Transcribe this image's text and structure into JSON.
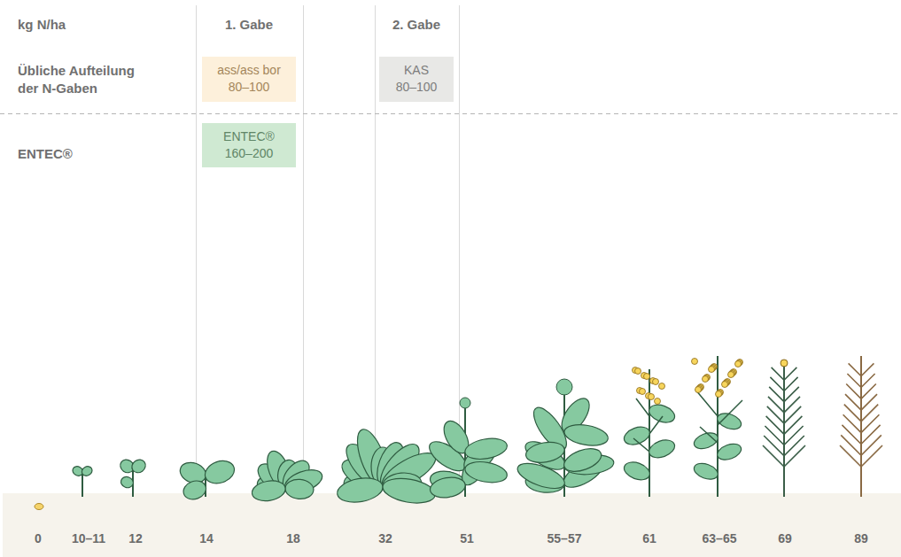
{
  "diagram": {
    "nodes": [
      {
        "text": [
          "ass/ass bor",
          "80–100"
        ]
      },
      {
        "text": [
          "KAS",
          "80–100"
        ]
      },
      {
        "text": [
          "ENTEC®",
          "160–200"
        ]
      }
    ],
    "labels": [
      "kg N/ha",
      "1. Gabe",
      "2. Gabe",
      "Übliche Aufteilung der N-Gaben",
      "ENTEC®",
      "0",
      "10–11",
      "12",
      "14",
      "18",
      "32",
      "51",
      "55–57",
      "61",
      "63–65",
      "69",
      "89"
    ]
  }
}
